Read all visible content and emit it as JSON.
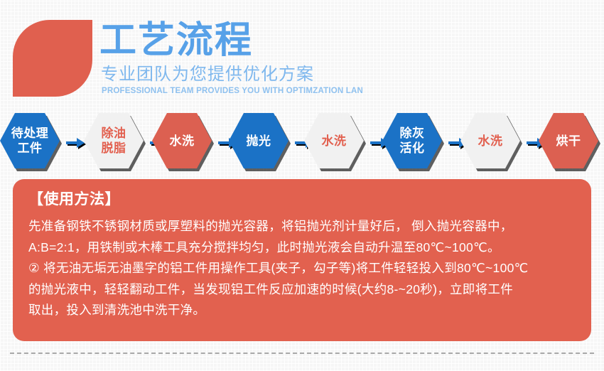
{
  "header": {
    "logo_icon": "leaf-mark",
    "title": "工艺流程",
    "subtitle_cn": "专业团队为您提供优化方案",
    "subtitle_en": "PROFESSIONAL TEAM PROVIDES YOU WITH OPTIMZATION LAN",
    "title_color": "#57a1e8",
    "subtitle_color": "#7fb8ee",
    "logo_color": "#e0604f"
  },
  "flow": {
    "arrow_icon": "right-arrow-icon",
    "arrow_color": "#1b72c6",
    "nodes": [
      {
        "label": "待处理\n工件",
        "line1": "待处理",
        "line2": "工件",
        "style": "blue"
      },
      {
        "label": "除油\n脱脂",
        "line1": "除油",
        "line2": "脱脂",
        "style": "white"
      },
      {
        "label": "水洗",
        "line1": "水洗",
        "line2": "",
        "style": "red"
      },
      {
        "label": "抛光",
        "line1": "抛光",
        "line2": "",
        "style": "blue"
      },
      {
        "label": "水洗",
        "line1": "水洗",
        "line2": "",
        "style": "white"
      },
      {
        "label": "除灰\n活化",
        "line1": "除灰",
        "line2": "活化",
        "style": "blue"
      },
      {
        "label": "水洗",
        "line1": "水洗",
        "line2": "",
        "style": "white"
      },
      {
        "label": "烘干",
        "line1": "烘干",
        "line2": "",
        "style": "red"
      }
    ]
  },
  "note": {
    "title": "【使用方法】",
    "background_color": "#e2614f",
    "lines": [
      "先准备钢铁不锈钢材质或厚塑料的抛光容器，将铝抛光剂计量好后， 倒入抛光容器中，",
      "A:B=2:1，用铁制或木棒工具充分搅拌均匀，此时抛光液会自动升温至80℃~100℃。",
      "② 将无油无垢无油墨字的铝工件用操作工具(夹子，勾子等)将工件轻轻投入到80℃~100℃",
      "的抛光液中，轻轻翻动工件，当发现铝工件反应加速的时候(大约8-~20秒)，立即将工件",
      "取出，投入到清洗池中洗干净。"
    ]
  }
}
